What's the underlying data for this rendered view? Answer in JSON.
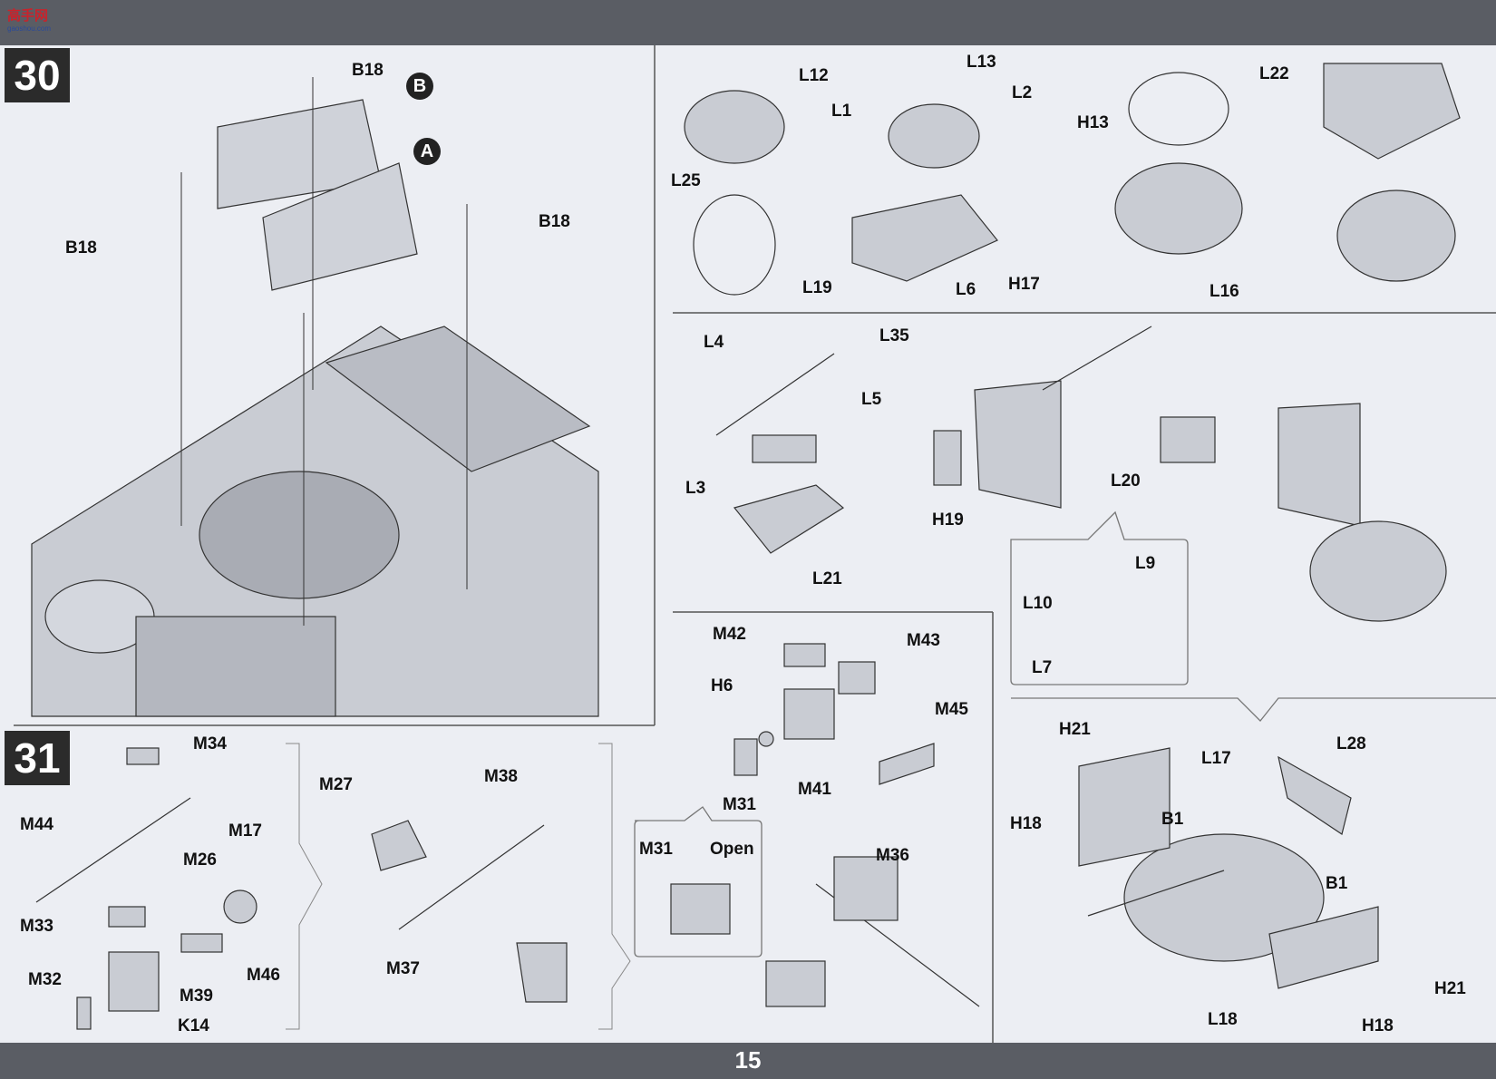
{
  "header": {
    "logo_text": "高手网",
    "logo_sub": "gaoshou.com"
  },
  "page_number": "15",
  "steps": [
    {
      "number": "30"
    },
    {
      "number": "31"
    }
  ],
  "markers": {
    "a": "A",
    "b": "B"
  },
  "labels": {
    "s30": {
      "b18_top": "B18",
      "b18_left": "B18",
      "b18_right": "B18"
    },
    "r1": {
      "l12": "L12",
      "l13": "L13",
      "l1": "L1",
      "l2": "L2",
      "l25": "L25",
      "l19": "L19",
      "l6": "L6",
      "l22": "L22",
      "h13": "H13",
      "h17": "H17",
      "l16": "L16"
    },
    "r2": {
      "l4": "L4",
      "l35": "L35",
      "l5": "L5",
      "l3": "L3",
      "l21": "L21",
      "h19": "H19",
      "l20": "L20",
      "l9": "L9",
      "l10": "L10",
      "l7": "L7"
    },
    "r3": {
      "m42": "M42",
      "m43": "M43",
      "h6": "H6",
      "m45": "M45",
      "m41": "M41",
      "m31": "M31",
      "m36": "M36",
      "m31_open": "M31",
      "open": "Open"
    },
    "r4": {
      "h21_top": "H21",
      "l17": "L17",
      "l28": "L28",
      "h18_left": "H18",
      "b1_top": "B1",
      "b1_right": "B1",
      "h21_right": "H21",
      "l18": "L18",
      "h18_bottom": "H18"
    },
    "s31": {
      "m34": "M34",
      "m44": "M44",
      "m17": "M17",
      "m26": "M26",
      "m33": "M33",
      "m32": "M32",
      "m46": "M46",
      "m39": "M39",
      "k14": "K14",
      "m27": "M27",
      "m38": "M38",
      "m37": "M37"
    }
  }
}
